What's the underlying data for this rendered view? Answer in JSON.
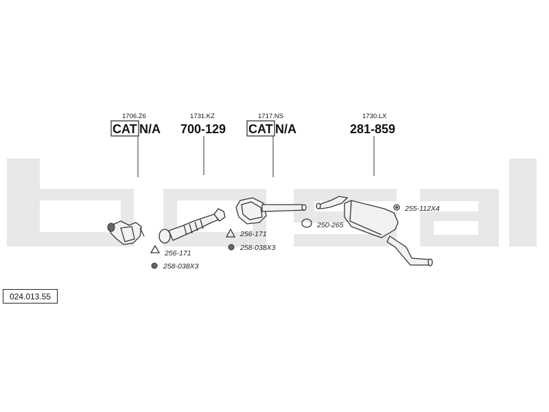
{
  "brand": {
    "name": "bosal",
    "watermark_color": "#e6e6e6"
  },
  "diagram_code": "024.013.55",
  "components": [
    {
      "ref": "1706.Z6",
      "cat_label": "CAT",
      "code": "N/A"
    },
    {
      "ref": "1731.KZ",
      "cat_label": "",
      "code": "700-129"
    },
    {
      "ref": "1717.NS",
      "cat_label": "CAT",
      "code": "N/A"
    },
    {
      "ref": "1730.LX",
      "cat_label": "",
      "code": "281-859"
    }
  ],
  "fittings": [
    {
      "part": "256-171",
      "icon": "gasket-triangle-icon"
    },
    {
      "part": "258-038X3",
      "icon": "nut-icon"
    },
    {
      "part": "256-171",
      "icon": "gasket-triangle-icon"
    },
    {
      "part": "258-038X3",
      "icon": "nut-icon"
    },
    {
      "part": "250-265",
      "icon": "clamp-ring-icon"
    },
    {
      "part": "255-112X4",
      "icon": "rubber-mount-icon"
    }
  ]
}
